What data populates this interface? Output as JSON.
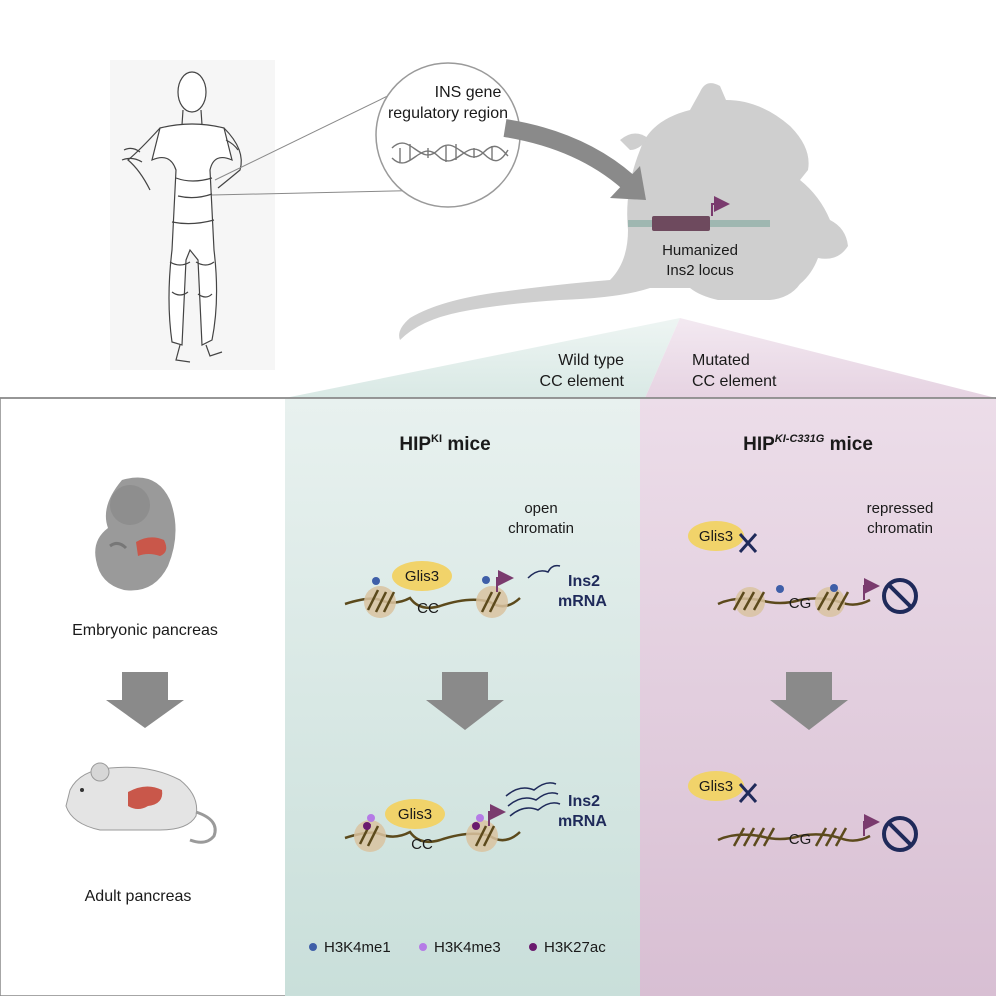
{
  "top": {
    "circle_label_line1": "INS gene",
    "circle_label_line2": "regulatory region",
    "locus_line1": "Humanized",
    "locus_line2": "Ins2 locus",
    "wt_line1": "Wild type",
    "wt_line2": "CC element",
    "mut_line1": "Mutated",
    "mut_line2": "CC element"
  },
  "left_panel": {
    "embryo_label": "Embryonic pancreas",
    "adult_label": "Adult pancreas"
  },
  "middle_panel": {
    "title_main": "HIP",
    "title_sup": "KI",
    "title_tail": " mice",
    "state_line1": "open",
    "state_line2": "chromatin",
    "tf_label": "Glis3",
    "element_label": "CC",
    "mrna_line1": "Ins2",
    "mrna_line2": "mRNA"
  },
  "right_panel": {
    "title_main": "HIP",
    "title_sup": "KI-C331G",
    "title_tail": " mice",
    "state_line1": "repressed",
    "state_line2": "chromatin",
    "tf_label": "Glis3",
    "element_label": "CG"
  },
  "legend": [
    {
      "label": "H3K4me1",
      "color": "#3f5fa8"
    },
    {
      "label": "H3K4me3",
      "color": "#b57be6"
    },
    {
      "label": "H3K27ac",
      "color": "#6a1a6e"
    }
  ],
  "colors": {
    "wt_panel": "#d4e6e2",
    "mut_panel": "#e3cfe0",
    "glis3": "#f1d36a",
    "dna": "#5c4a1c",
    "nucleosome": "#d9c3a0",
    "navy": "#1f2a5a",
    "arrow": "#8a8a8a",
    "mouse_silhouette": "#cfcfcf"
  },
  "icons": [
    "human-figure-icon",
    "dna-helix-icon",
    "mouse-silhouette-icon",
    "embryo-icon",
    "adult-mouse-icon",
    "no-expression-icon",
    "promoter-arrow-icon"
  ]
}
